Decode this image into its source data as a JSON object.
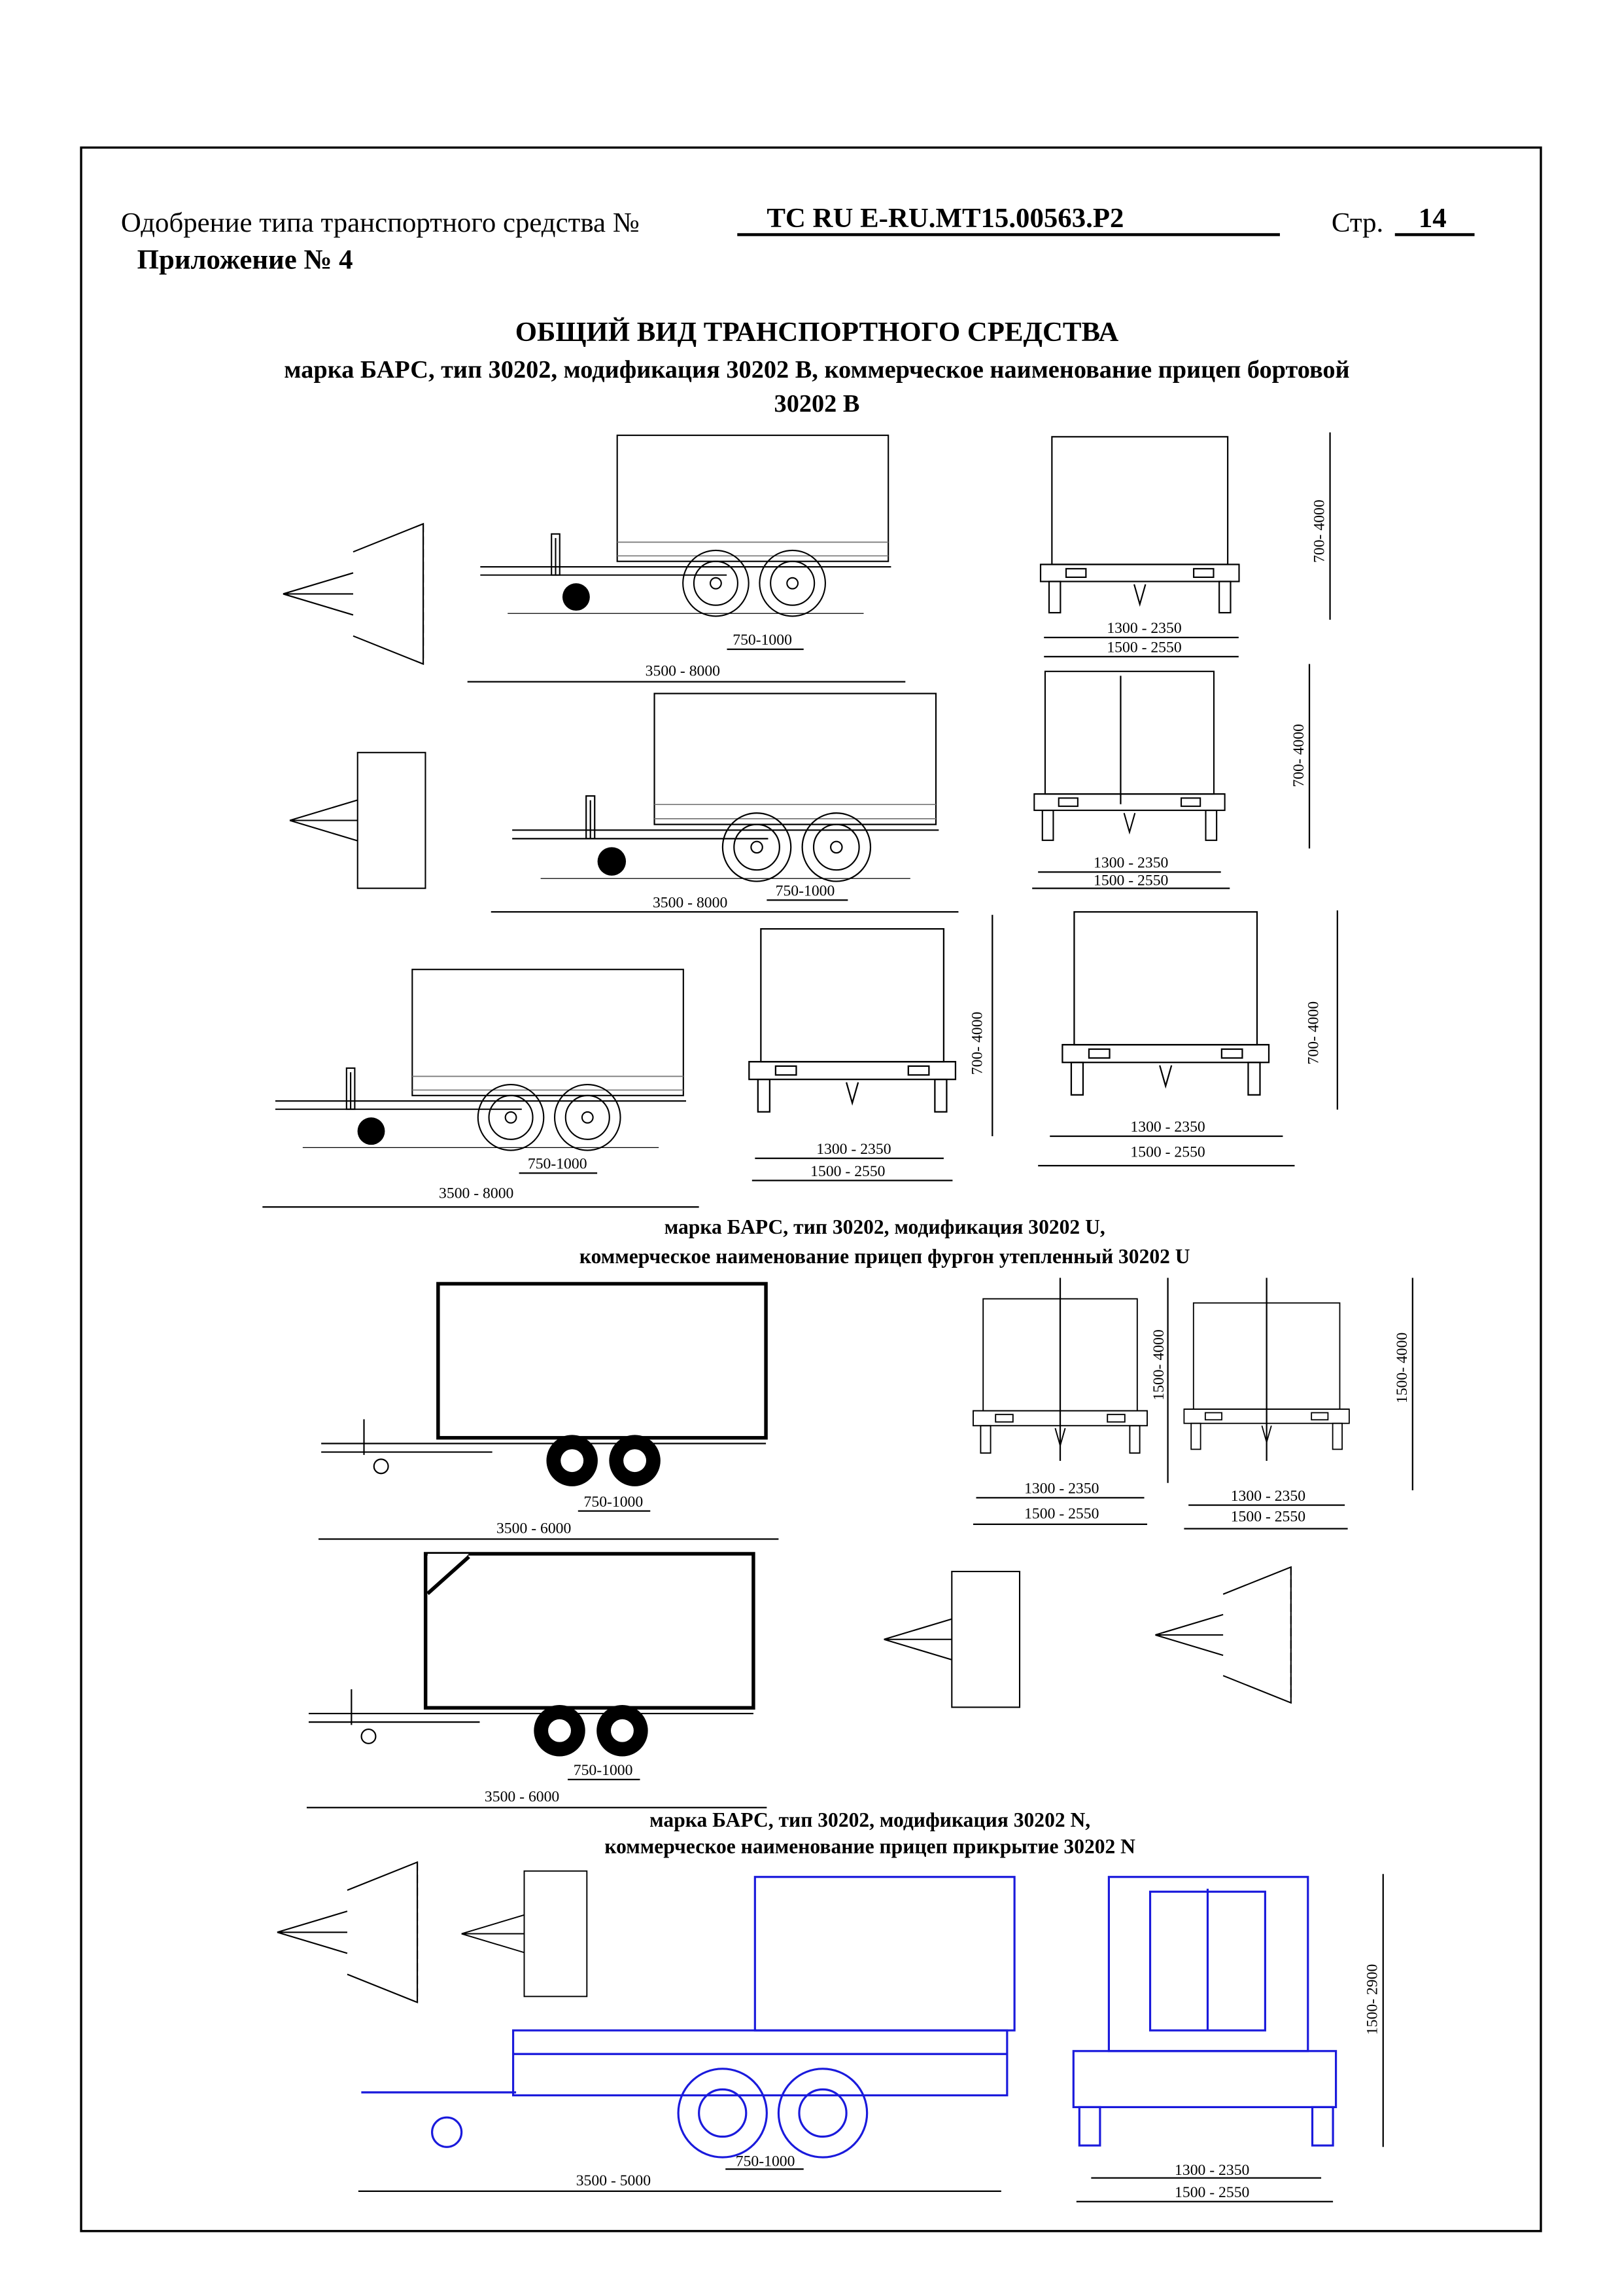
{
  "header": {
    "approval_prefix": "Одобрение типа транспортного средства №",
    "approval_number": "TC RU E-RU.MT15.00563.P2",
    "page_prefix": "Стр.",
    "page_number": "14",
    "appendix": "Приложение № 4"
  },
  "title": "ОБЩИЙ ВИД ТРАНСПОРТНОГО СРЕДСТВА",
  "sections": [
    {
      "caption_line1": "марка БАРС, тип 30202, модификация 30202 В, коммерческое наименование прицеп бортовой",
      "caption_line2": "30202 В"
    },
    {
      "caption_line1": "марка БАРС, тип 30202, модификация 30202 U,",
      "caption_line2": "коммерческое наименование прицеп фургон утепленный 30202 U"
    },
    {
      "caption_line1": "марка БАРС, тип 30202, модификация 30202 N,",
      "caption_line2": "коммерческое наименование прицеп прикрытие 30202 N"
    }
  ],
  "dimensions": {
    "row1": {
      "wheelbase": "750-1000",
      "length": "3500 - 8000",
      "track": "1300 - 2350",
      "width": "1500 - 2550",
      "height": "700- 4000"
    },
    "row2": {
      "wheelbase": "750-1000",
      "length": "3500 - 8000",
      "track": "1300 - 2350",
      "width": "1500 - 2550",
      "height": "700- 4000"
    },
    "row3": {
      "wheelbase": "750-1000",
      "length": "3500 - 8000",
      "track_a": "1300 - 2350",
      "width_a": "1500 - 2550",
      "height_a": "700- 4000",
      "track_b": "1300 - 2350",
      "width_b": "1500 - 2550",
      "height_b": "700- 4000"
    },
    "row4": {
      "wheelbase": "750-1000",
      "length": "3500 - 6000",
      "track_a": "1300 - 2350",
      "width_a": "1500 - 2550",
      "height_a": "1500- 4000",
      "track_b": "1300 - 2350",
      "width_b": "1500 - 2550",
      "height_b": "1500- 4000"
    },
    "row5": {
      "wheelbase": "750-1000",
      "length": "3500 - 6000"
    },
    "row6": {
      "wheelbase": "750-1000",
      "length": "3500 - 5000",
      "track": "1300 - 2350",
      "width": "1500 - 2550",
      "height": "1500- 2900"
    }
  },
  "colors": {
    "drawing": "#000000",
    "blue_drawing": "#1a1adc"
  }
}
